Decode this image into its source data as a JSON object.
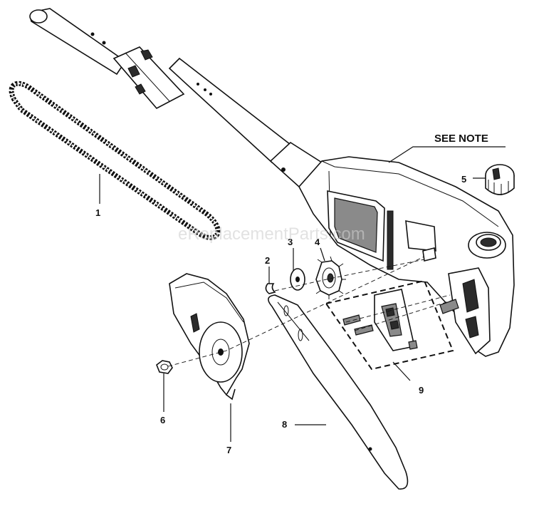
{
  "note": "SEE NOTE",
  "watermark": "eReplacementParts.com",
  "callouts": {
    "c1": "1",
    "c2": "2",
    "c3": "3",
    "c4": "4",
    "c5": "5",
    "c6": "6",
    "c7": "7",
    "c8": "8",
    "c9": "9"
  },
  "colors": {
    "line": "#111111",
    "fill": "#ffffff",
    "shade": "#8a8a8a"
  }
}
